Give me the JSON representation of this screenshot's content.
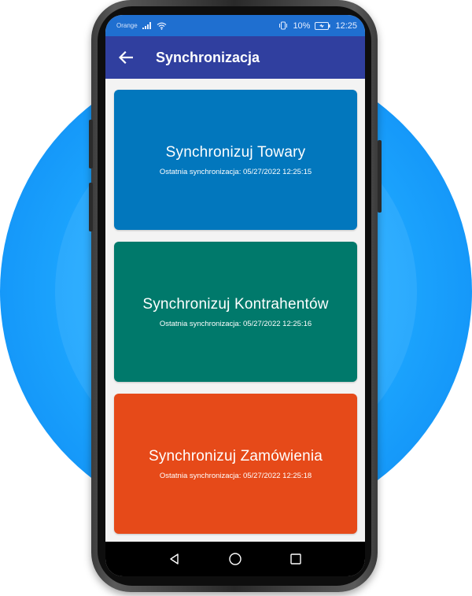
{
  "status_bar": {
    "carrier": "Orange",
    "battery_percent": "10%",
    "time": "12:25"
  },
  "app_bar": {
    "title": "Synchronizacja"
  },
  "cards": [
    {
      "title": "Synchronizuj Towary",
      "subtitle": "Ostatnia synchronizacja: 05/27/2022 12:25:15",
      "color": "#0277bd"
    },
    {
      "title": "Synchronizuj Kontrahentów",
      "subtitle": "Ostatnia synchronizacja: 05/27/2022 12:25:16",
      "color": "#00796b"
    },
    {
      "title": "Synchronizuj Zamówienia",
      "subtitle": "Ostatnia synchronizacja: 05/27/2022 12:25:18",
      "color": "#e64a19"
    }
  ],
  "icons": {
    "back": "arrow-left-icon",
    "signal": "signal-icon",
    "wifi": "wifi-icon",
    "vibrate": "vibrate-icon",
    "battery": "battery-icon",
    "nav_back": "triangle-back-icon",
    "nav_home": "circle-home-icon",
    "nav_recent": "square-recents-icon"
  },
  "colors": {
    "status_bar": "#1f6fd0",
    "app_bar": "#303f9f",
    "background_circle": "#1ea8ff"
  }
}
